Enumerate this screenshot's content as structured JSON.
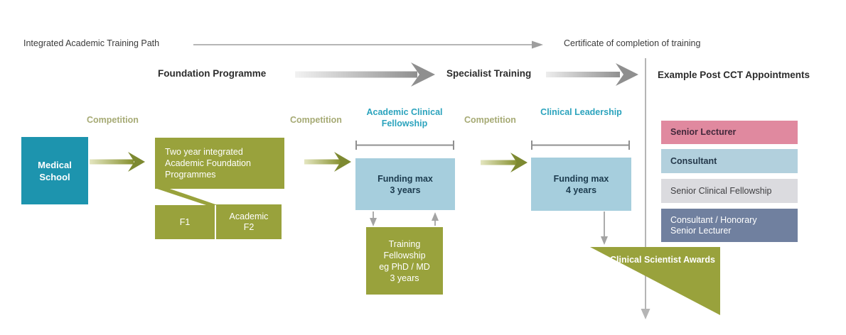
{
  "top_row": {
    "integrated_path_label": "Integrated Academic Training Path",
    "certificate_label": "Certificate of completion of training"
  },
  "stage_row": {
    "foundation_label": "Foundation Programme",
    "specialist_label": "Specialist Training",
    "post_cct_label": "Example Post CCT Appointments"
  },
  "competition_labels": {
    "first": "Competition",
    "second": "Competition",
    "third": "Competition"
  },
  "pathway": {
    "medical_school": {
      "line1": "Medical",
      "line2": "School"
    },
    "foundation_box": {
      "line1": "Two year integrated",
      "line2": "Academic Foundation",
      "line3": "Programmes"
    },
    "f1_label": "F1",
    "f2": {
      "line1": "Academic",
      "line2": "F2"
    },
    "acf_heading": {
      "line1": "Academic Clinical",
      "line2": "Fellowship"
    },
    "funding_3": {
      "line1": "Funding max",
      "line2": "3 years"
    },
    "training_fellowship": {
      "line1": "Training",
      "line2": "Fellowship",
      "line3": "eg PhD / MD",
      "line4": "3 years"
    },
    "clinical_leadership_heading": {
      "line1": "Clinical",
      "line2": "Leadership"
    },
    "funding_4": {
      "line1": "Funding max",
      "line2": "4 years"
    },
    "clinical_scientist": {
      "line1": "Clinical Scientist",
      "line2": "Awards"
    }
  },
  "appointments": {
    "items": [
      {
        "label": "Senior Lecturer",
        "color": "#e0899f"
      },
      {
        "label": "Consultant",
        "color": "#b2d0dd"
      },
      {
        "label": "Senior Clinical Fellowship",
        "color": "#dbdbdf"
      },
      {
        "label": "Consultant / Honorary Senior Lecturer",
        "color": "#70809f"
      }
    ]
  },
  "colors": {
    "teal_box": "#1d94ae",
    "teal_heading": "#2ba3bd",
    "olive": "#99a23c",
    "olive_arrow": "#7d8931",
    "competition_text": "#a6aa74",
    "funding_box": "#a6cedd",
    "funding_text": "#1c3b4e",
    "gray_line": "#9e9e9e"
  }
}
